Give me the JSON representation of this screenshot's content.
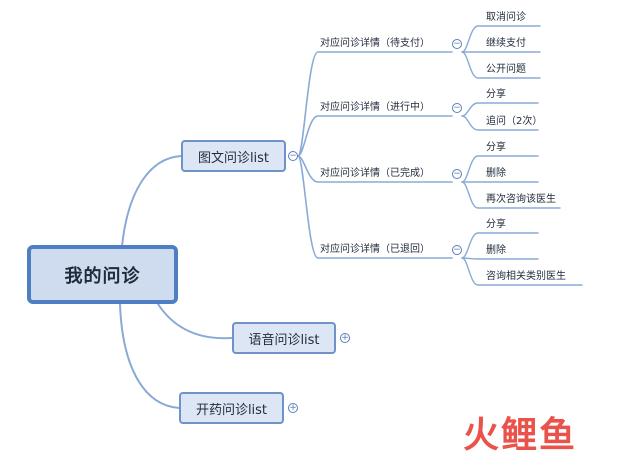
{
  "mindmap": {
    "root": {
      "label": "我的问诊"
    },
    "branches": [
      {
        "label": "图文问诊list",
        "toggle": "−",
        "details": [
          {
            "label": "对应问诊详情（待支付）",
            "toggle": "−",
            "items": [
              "取消问诊",
              "继续支付",
              "公开问题"
            ]
          },
          {
            "label": "对应问诊详情（进行中）",
            "toggle": "−",
            "items": [
              "分享",
              "追问（2次）"
            ]
          },
          {
            "label": "对应问诊详情（已完成）",
            "toggle": "−",
            "items": [
              "分享",
              "删除",
              "再次咨询该医生"
            ]
          },
          {
            "label": "对应问诊详情（已退回）",
            "toggle": "−",
            "items": [
              "分享",
              "删除",
              "咨询相关类别医生"
            ]
          }
        ]
      },
      {
        "label": "语音问诊list",
        "toggle": "+"
      },
      {
        "label": "开药问诊list",
        "toggle": "+"
      }
    ]
  },
  "watermark": {
    "text": "火鲤鱼"
  },
  "colors": {
    "line": "#8aaad6",
    "root_border": "#4f7fc3",
    "branch_fill": "#dde6f4",
    "watermark": "#e8453c"
  }
}
